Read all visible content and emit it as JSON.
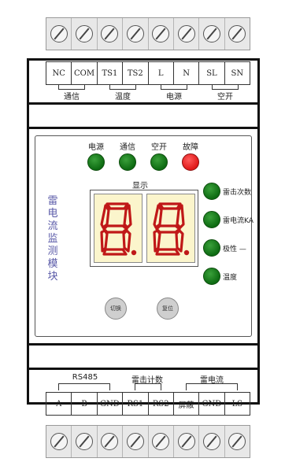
{
  "top_terminals": [
    "NC",
    "COM",
    "TS1",
    "TS2",
    "L",
    "N",
    "SL",
    "SN"
  ],
  "top_groups": [
    "通信",
    "温度",
    "电源",
    "空开"
  ],
  "bottom_terminals": [
    "A",
    "B",
    "GND",
    "RS1",
    "RS2",
    "屏蔽",
    "GND",
    "LS"
  ],
  "bottom_groups": [
    "RS485",
    "雷击计数",
    "雷电流"
  ],
  "leds": [
    {
      "label": "电源",
      "color": "#1e8a24"
    },
    {
      "label": "通信",
      "color": "#1e8a24"
    },
    {
      "label": "空开",
      "color": "#1e8a24"
    },
    {
      "label": "故障",
      "color": "#e01818"
    }
  ],
  "panel": {
    "title": "雷电流监测模块",
    "display_label": "显示",
    "digits": [
      "8.",
      "8."
    ],
    "buttons": [
      "切换",
      "复位"
    ]
  },
  "indicators": [
    "雷击次数",
    "雷电流KA",
    "极性 —",
    "温度"
  ]
}
